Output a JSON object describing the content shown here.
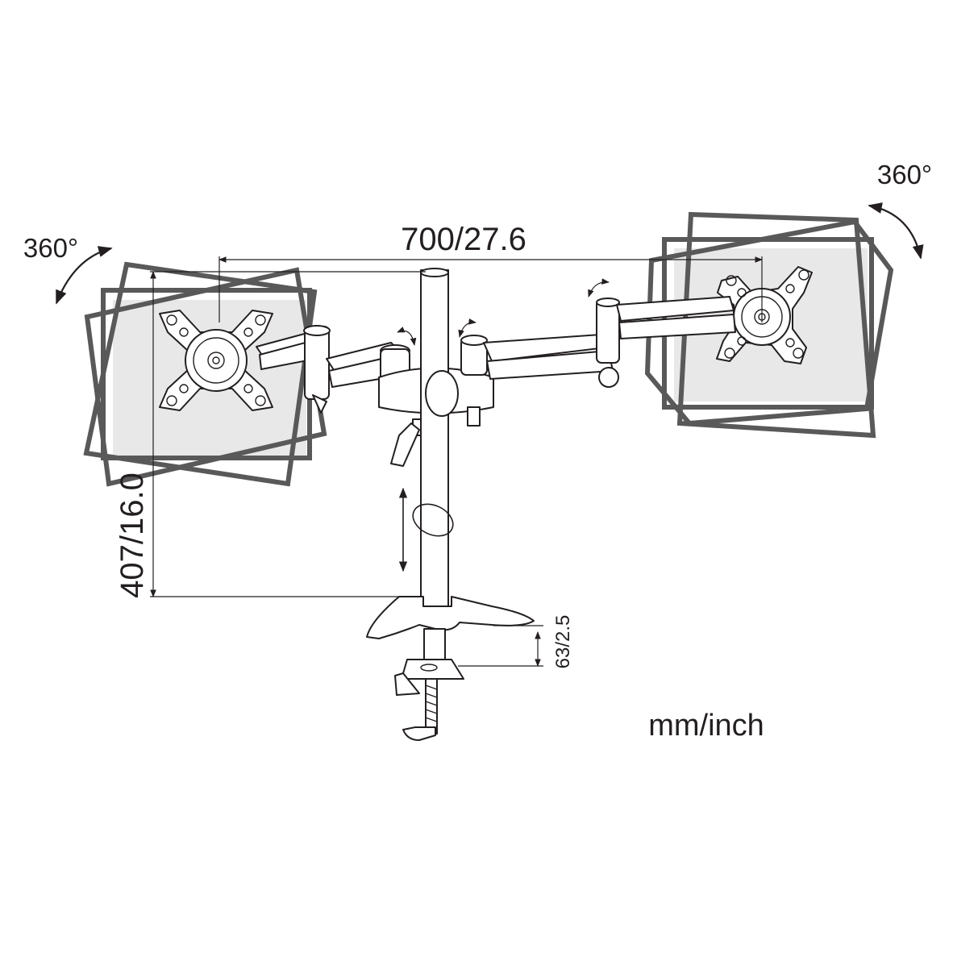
{
  "diagram": {
    "width_label": "700/27.6",
    "height_label": "407/16.0",
    "clamp_label": "63/2.5",
    "unit_label": "mm/inch",
    "rotation_left_label": "360°",
    "rotation_right_label": "360°"
  },
  "colors": {
    "ink": "#231f20",
    "frame": "#595959",
    "screen_fill": "#e8e8e8"
  }
}
